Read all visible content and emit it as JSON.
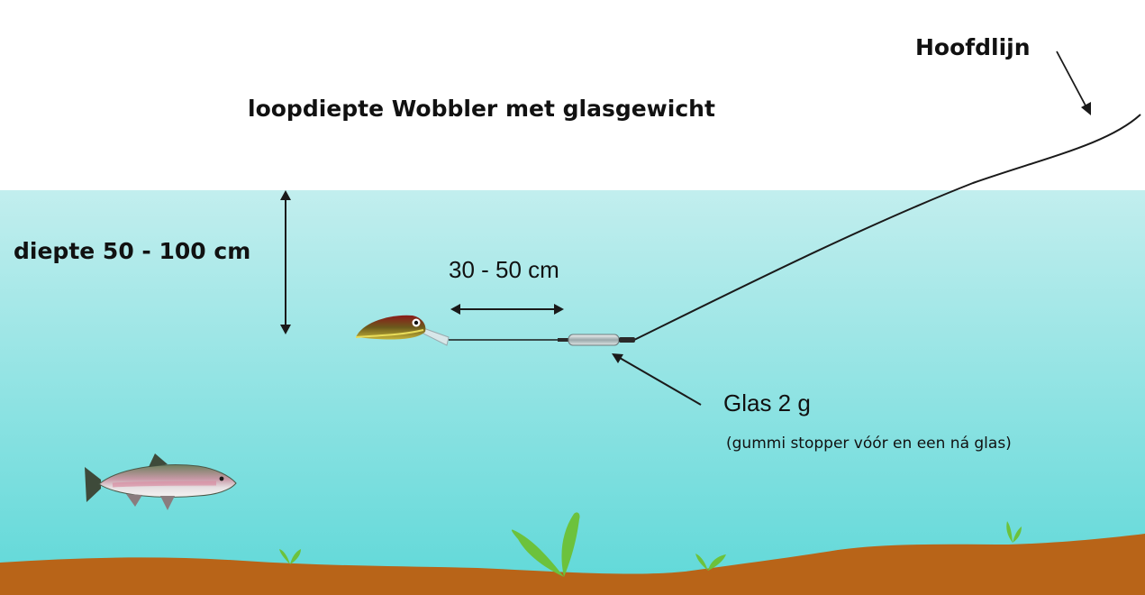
{
  "labels": {
    "title": "loopdiepte Wobbler met glasgewicht",
    "main_line": "Hoofdlijn",
    "depth": "diepte 50 - 100 cm",
    "leader_length": "30 - 50 cm",
    "glass_weight": "Glas 2 g",
    "glass_note": "(gummi stopper vóór en een ná glas)"
  },
  "colors": {
    "sky": "#ffffff",
    "water_top": "#c2eeee",
    "water_bottom": "#5ed8d8",
    "seabed": "#b86418",
    "plant": "#6cc23c",
    "line": "#1a1a1a"
  }
}
